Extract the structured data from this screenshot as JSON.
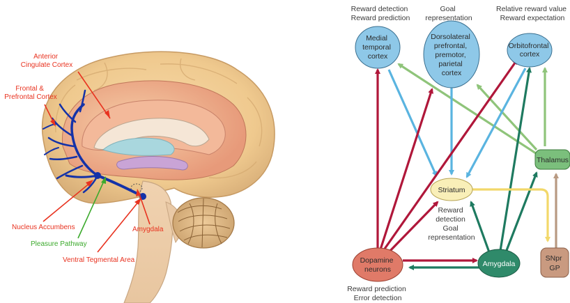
{
  "brain": {
    "labels": {
      "anterior_cingulate": [
        "Anterior",
        "Cingulate Cortex"
      ],
      "frontal_prefrontal": [
        "Frontal &",
        "Prefrontal Cortex"
      ],
      "nucleus_accumbens": "Nucleus Accumbens",
      "pleasure_pathway": "Pleasure Pathway",
      "amygdala": "Amygdala",
      "ventral_tegmental": "Ventral Tegmental Area"
    },
    "colors": {
      "label_red": "#e8321f",
      "label_green": "#3caa2d",
      "pathway_blue": "#1432a8"
    }
  },
  "circuit": {
    "captions": {
      "top_left": [
        "Reward detection",
        "Reward prediction"
      ],
      "top_mid": [
        "Goal",
        "representation"
      ],
      "top_right": [
        "Relative reward value",
        "Reward expectation"
      ],
      "striatum_caption": [
        "Reward",
        "detection",
        "Goal",
        "representation"
      ],
      "bottom_left": [
        "Reward prediction",
        "Error detection"
      ]
    },
    "nodes": {
      "medial_temporal": [
        "Medial",
        "temporal",
        "cortex"
      ],
      "dorsolateral": [
        "Dorsolateral",
        "prefrontal,",
        "premotor,",
        "parietal",
        "cortex"
      ],
      "orbitofrontal": [
        "Orbitofrontal",
        "cortex"
      ],
      "thalamus": "Thalamus",
      "striatum": "Striatum",
      "dopamine": [
        "Dopamine",
        "neurons"
      ],
      "amygdala": "Amygdala",
      "snpr": [
        "SNpr",
        "GP"
      ]
    },
    "colors": {
      "dopamine_arrow": "#b0173a",
      "cortex_arrow": "#5ab4e0",
      "amygdala_arrow": "#1e7a60",
      "thalamus_arrow": "#8fc47a",
      "striatum_arrow": "#f2d86a",
      "snpr_arrow": "#b89a82",
      "cortex_node": "#8ec8e8",
      "striatum_node": "#f9efb8",
      "dopamine_node": "#e07a68",
      "amygdala_node": "#2f8a6a",
      "thalamus_node": "#7bbf7c",
      "snpr_node": "#c99a80"
    }
  }
}
